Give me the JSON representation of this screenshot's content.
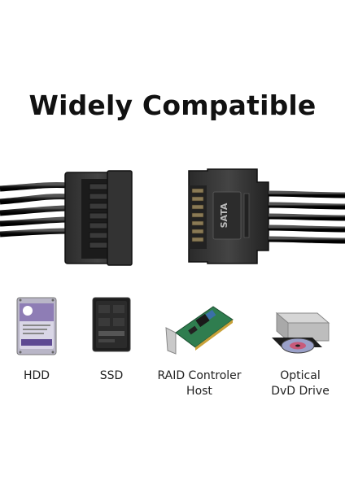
{
  "headline": "Widely Compatible",
  "connector_label": "SATA",
  "devices": [
    {
      "label_lines": [
        "HDD"
      ],
      "icon": "hdd-icon"
    },
    {
      "label_lines": [
        "SSD"
      ],
      "icon": "ssd-icon"
    },
    {
      "label_lines": [
        "RAID Controler",
        "Host"
      ],
      "icon": "raid-card-icon"
    },
    {
      "label_lines": [
        "Optical",
        "DvD Drive"
      ],
      "icon": "optical-drive-icon"
    }
  ]
}
